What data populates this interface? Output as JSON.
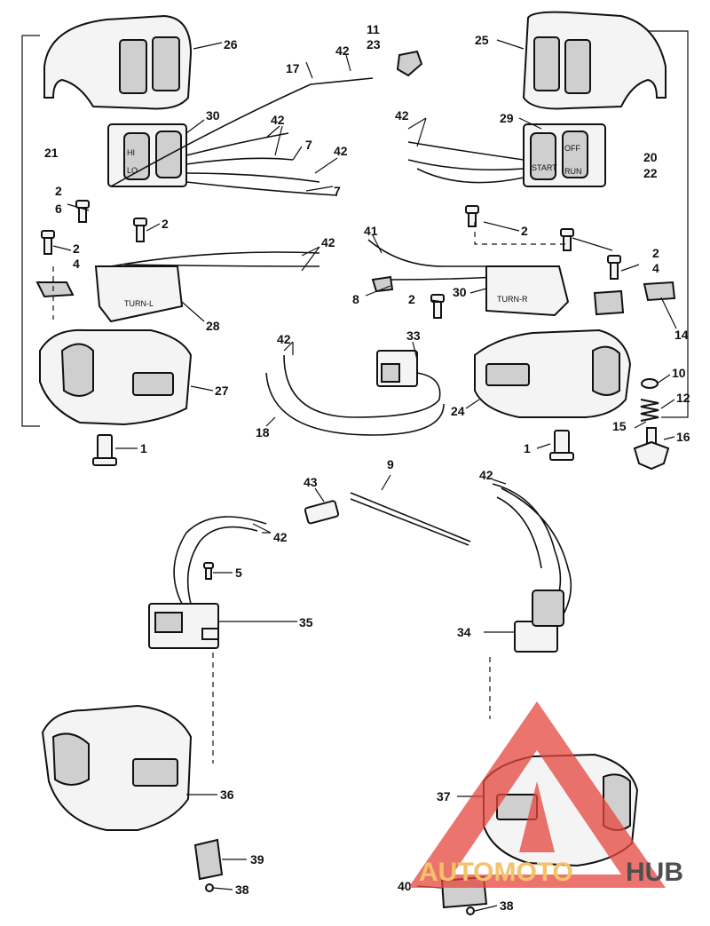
{
  "callouts": {
    "c1a": "1",
    "c1b": "1",
    "c2a": "2",
    "c2b": "2",
    "c2c": "2",
    "c2d": "2",
    "c2e": "2",
    "c2f": "2",
    "c4a": "4",
    "c4b": "4",
    "c5": "5",
    "c6": "6",
    "c7a": "7",
    "c7b": "7",
    "c8": "8",
    "c9": "9",
    "c10": "10",
    "c11": "11",
    "c12": "12",
    "c14": "14",
    "c15": "15",
    "c16": "16",
    "c17": "17",
    "c18": "18",
    "c20": "20",
    "c21": "21",
    "c22": "22",
    "c23": "23",
    "c24": "24",
    "c25": "25",
    "c26": "26",
    "c27": "27",
    "c28": "28",
    "c29": "29",
    "c30a": "30",
    "c30b": "30",
    "c33": "33",
    "c34": "34",
    "c35": "35",
    "c36": "36",
    "c37": "37",
    "c38a": "38",
    "c38b": "38",
    "c39": "39",
    "c40": "40",
    "c41": "41",
    "c42a": "42",
    "c42b": "42",
    "c42c": "42",
    "c42d": "42",
    "c42e": "42",
    "c42f": "42",
    "c42g": "42",
    "c42h": "42",
    "c43": "43"
  },
  "switch_labels": {
    "turn_left": "TURN-L",
    "turn_right": "TURN-R",
    "hi": "HI",
    "lo": "LO",
    "start": "START",
    "off": "OFF",
    "run": "RUN"
  },
  "watermark": {
    "part_a": "AUTOMOTO",
    "part_b": "HUB",
    "colors": {
      "triangle": "#e6453f",
      "auto": "#f3c26a",
      "hub": "#4f4f4f"
    }
  }
}
